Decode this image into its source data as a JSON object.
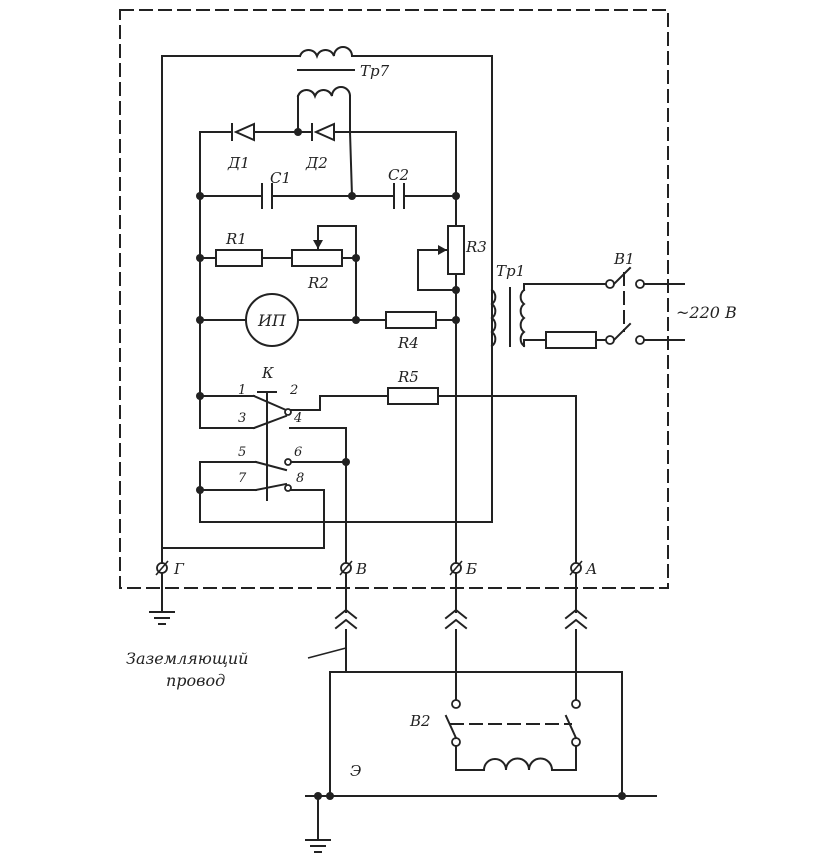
{
  "labels": {
    "tr7": "Тр7",
    "d1": "Д1",
    "d2": "Д2",
    "c1": "С1",
    "c2": "С2",
    "r1": "R1",
    "r2": "R2",
    "r3": "R3",
    "r4": "R4",
    "r5": "R5",
    "ip": "ИП",
    "tr1": "Тр1",
    "b1": "В1",
    "b2": "В2",
    "k": "К",
    "mains": "~220 В",
    "term_g": "Г",
    "term_v": "В",
    "term_b": "Б",
    "term_a": "А",
    "e": "Э",
    "ground_wire_1": "Заземляющий",
    "ground_wire_2": "провод",
    "pin1": "1",
    "pin2": "2",
    "pin3": "3",
    "pin4": "4",
    "pin5": "5",
    "pin6": "6",
    "pin7": "7",
    "pin8": "8"
  }
}
